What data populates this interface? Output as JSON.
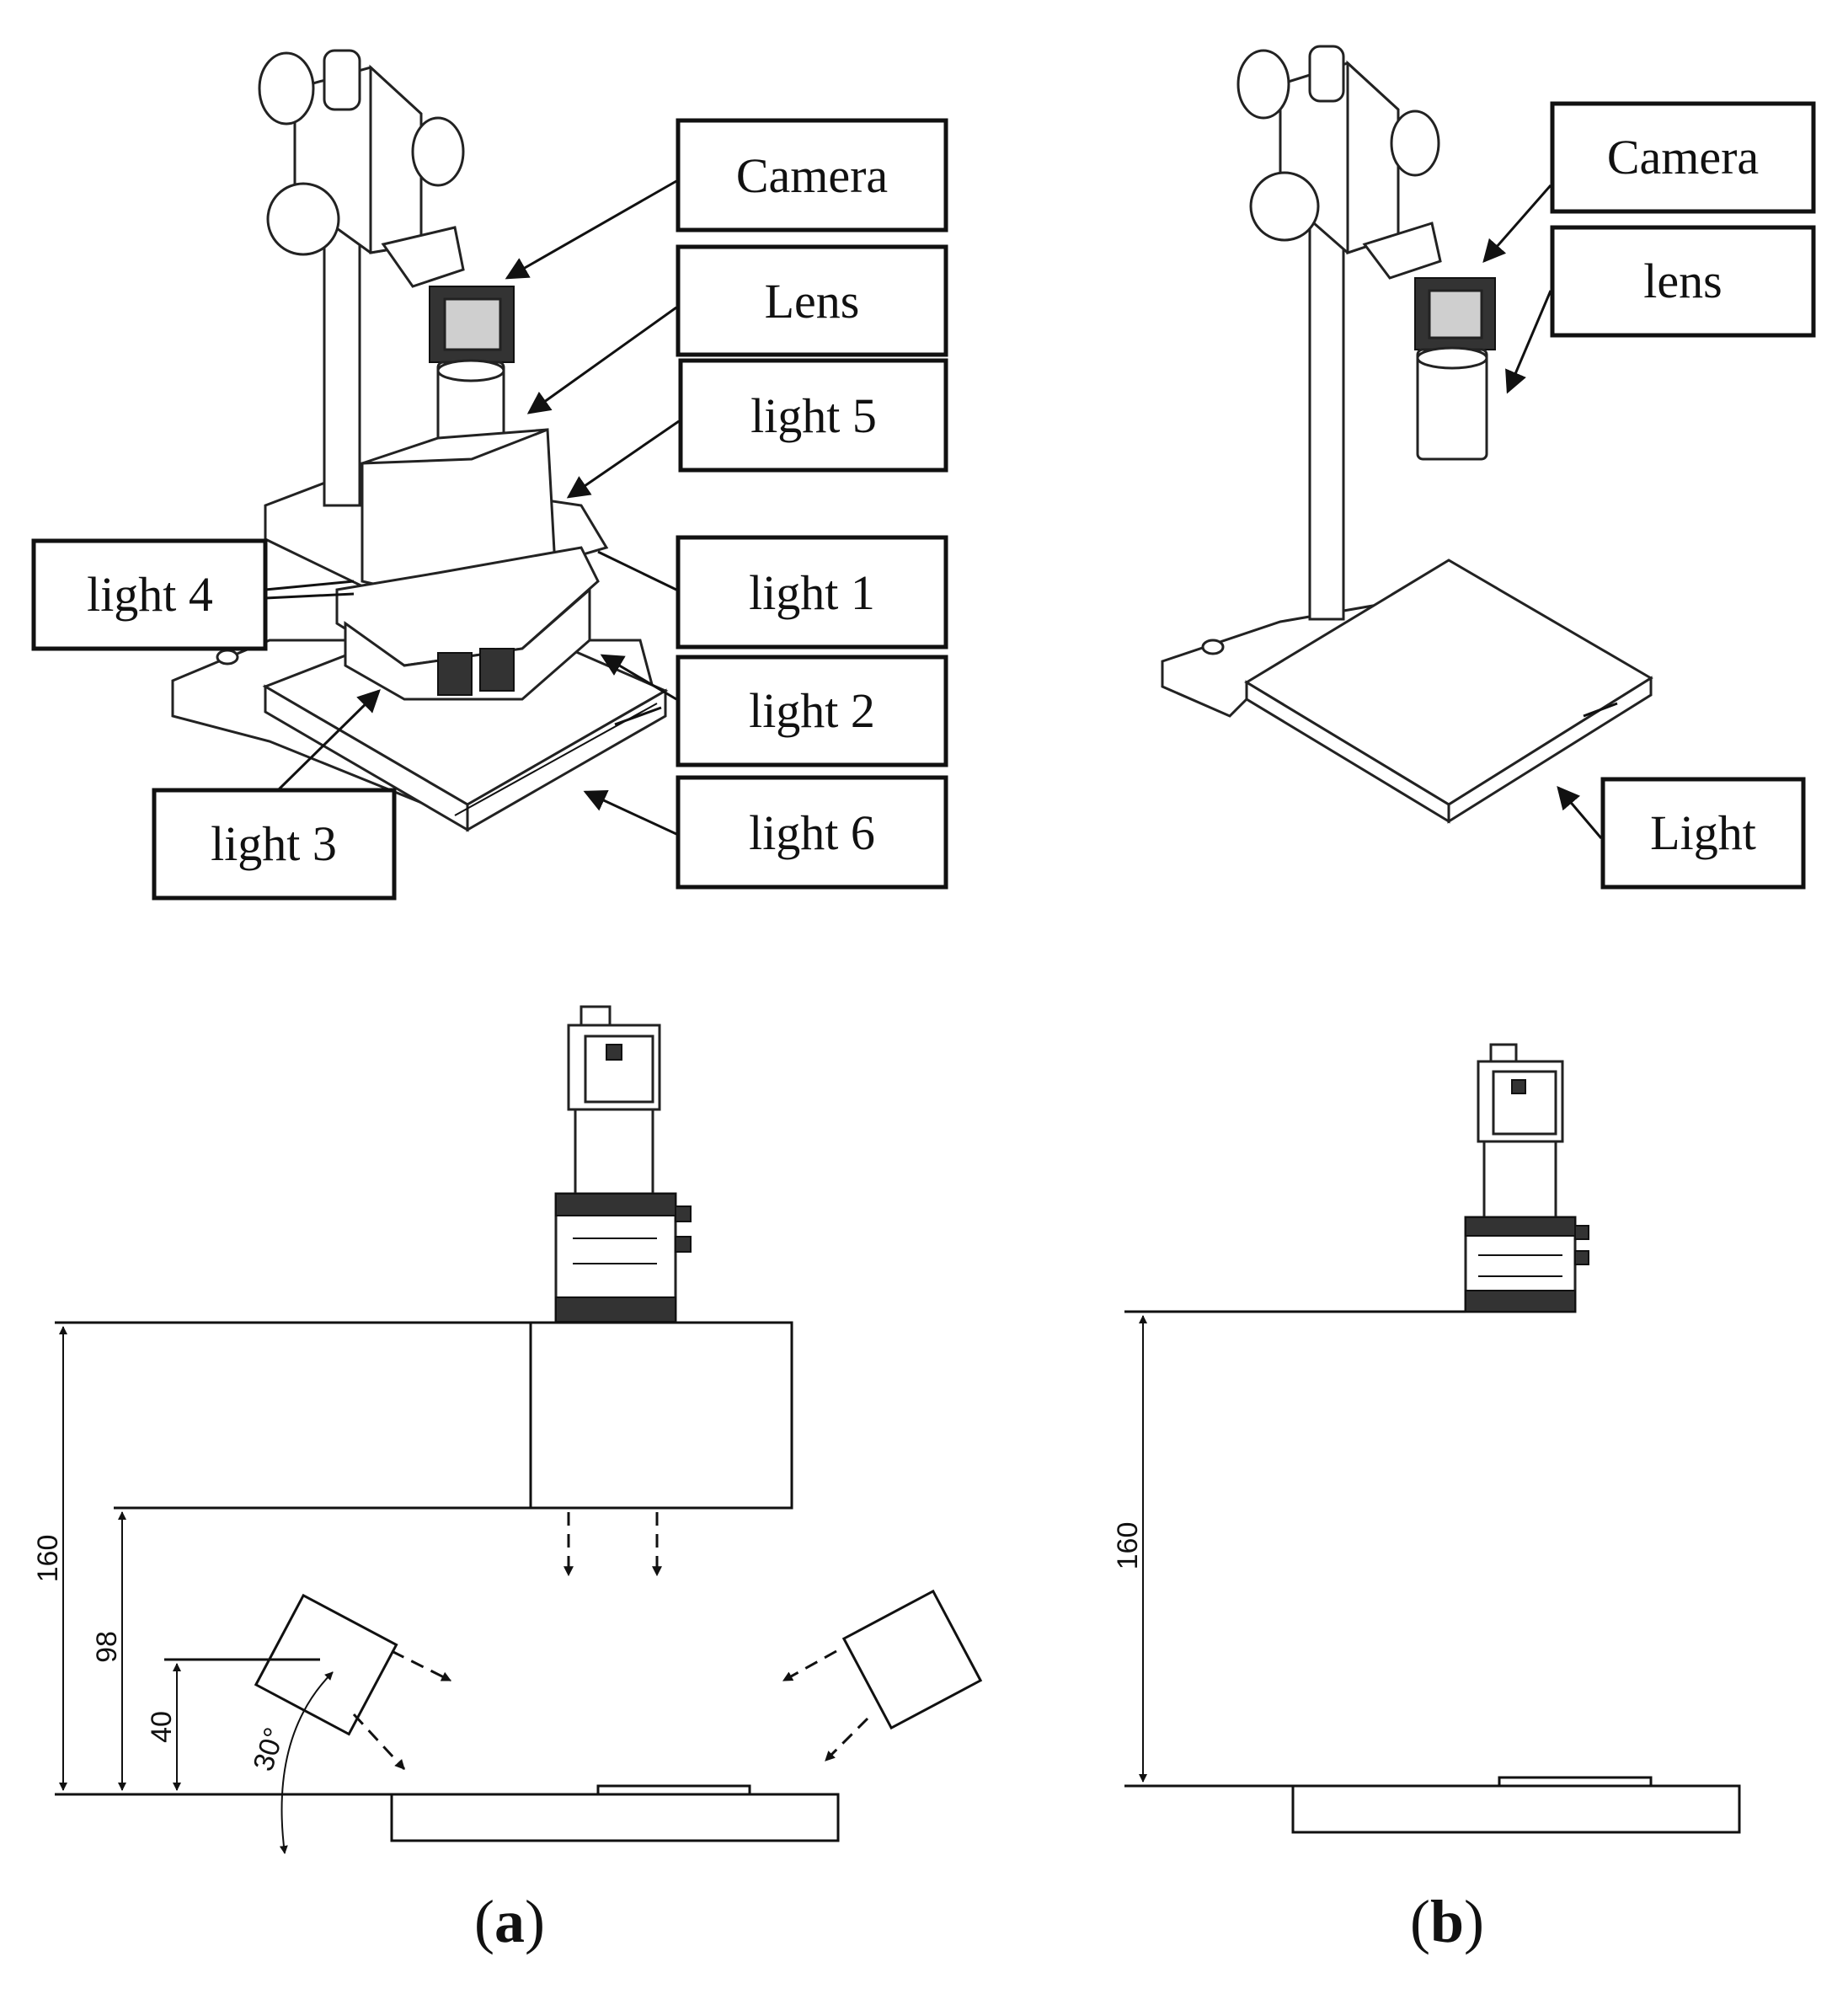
{
  "panel_a": {
    "labels": {
      "camera": "Camera",
      "lens": "Lens",
      "light5": "light 5",
      "light4": "light 4",
      "light1": "light 1",
      "light2": "light 2",
      "light3": "light 3",
      "light6": "light 6"
    },
    "dimensions": {
      "d160": "160",
      "d98": "98",
      "d40": "40",
      "angle": "30°"
    },
    "caption": {
      "open": "(",
      "letter": "a",
      "close": ")"
    }
  },
  "panel_b": {
    "labels": {
      "camera": "Camera",
      "lens": "lens",
      "light": "Light"
    },
    "dimensions": {
      "d160": "160"
    },
    "caption": {
      "open": "(",
      "letter": "b",
      "close": ")"
    }
  }
}
